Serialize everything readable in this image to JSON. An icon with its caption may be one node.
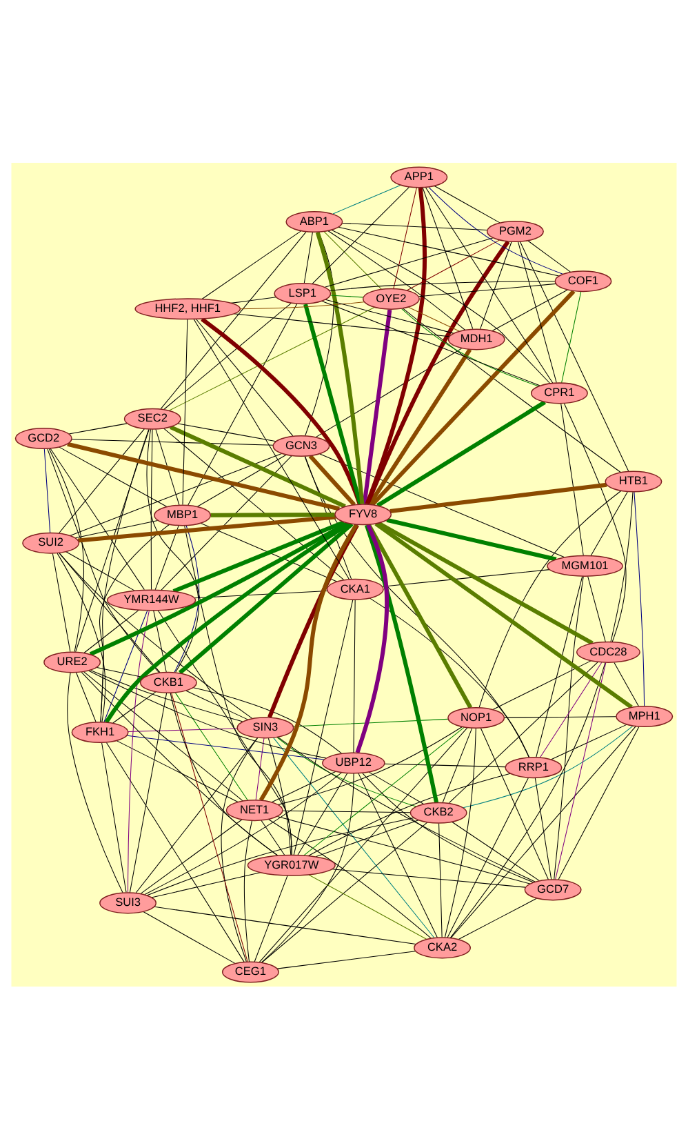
{
  "diagram": {
    "nodes": [
      {
        "text": [
          "SIN3"
        ]
      },
      {
        "text": [
          "NET1"
        ]
      },
      {
        "text": [
          "CEG1"
        ]
      },
      {
        "text": [
          "FKH1"
        ]
      },
      {
        "text": [
          "CKB2"
        ]
      },
      {
        "text": [
          "SUI3"
        ]
      },
      {
        "text": [
          "URE2"
        ]
      },
      {
        "text": [
          "NOP1"
        ]
      },
      {
        "text": [
          "UBP12"
        ]
      },
      {
        "text": [
          "CKA2"
        ]
      },
      {
        "text": [
          "CKB1"
        ]
      },
      {
        "text": [
          "SUI2"
        ]
      },
      {
        "text": [
          "MPH1"
        ]
      },
      {
        "text": [
          "GCD7"
        ]
      },
      {
        "text": [
          "YGR017W"
        ]
      },
      {
        "text": [
          "YMR144W"
        ]
      },
      {
        "text": [
          "CDC28"
        ]
      },
      {
        "text": [
          "GCD2"
        ]
      },
      {
        "text": [
          "MBP1"
        ]
      },
      {
        "text": [
          "RRP1"
        ]
      },
      {
        "text": [
          "CKA1"
        ]
      },
      {
        "text": [
          "HTB1"
        ]
      },
      {
        "text": [
          "MGM101"
        ]
      },
      {
        "text": [
          "GCN3"
        ]
      },
      {
        "text": [
          "SEC2"
        ]
      },
      {
        "text": [
          "FYV8"
        ]
      },
      {
        "text": [
          "HHF2, HHF1"
        ]
      },
      {
        "text": [
          "CPR1"
        ]
      },
      {
        "text": [
          "OYE2"
        ]
      },
      {
        "text": [
          "MDH1"
        ]
      },
      {
        "text": [
          "LSP1"
        ]
      },
      {
        "text": [
          "COF1"
        ]
      },
      {
        "text": [
          "ABP1"
        ]
      },
      {
        "text": [
          "PGM2"
        ]
      },
      {
        "text": [
          "APP1"
        ]
      }
    ],
    "edges": [
      {
        "from": 25,
        "to": 0,
        "arrow": "none",
        "style": "thick",
        "color": "#800000"
      },
      {
        "from": 25,
        "to": 8,
        "arrow": "none",
        "style": "thick",
        "color": "#800080"
      },
      {
        "from": 25,
        "to": 33,
        "arrow": "none",
        "style": "thick",
        "color": "#800000"
      },
      {
        "from": 25,
        "to": 34,
        "arrow": "none",
        "style": "thick",
        "color": "#800000"
      },
      {
        "from": 25,
        "to": 28,
        "arrow": "none",
        "style": "thick",
        "color": "#800080"
      },
      {
        "from": 25,
        "to": 27,
        "arrow": "none",
        "style": "thick",
        "color": "#008000"
      },
      {
        "from": 25,
        "to": 30,
        "arrow": "none",
        "style": "thick",
        "color": "#008000"
      },
      {
        "from": 25,
        "to": 32,
        "arrow": "none",
        "style": "thick",
        "color": "#5a7d00"
      },
      {
        "from": 25,
        "to": 29,
        "arrow": "none",
        "style": "thick",
        "color": "#8b4a00"
      },
      {
        "from": 25,
        "to": 31,
        "arrow": "none",
        "style": "thick",
        "color": "#8b4a00"
      },
      {
        "from": 25,
        "to": 21,
        "arrow": "none",
        "style": "thick",
        "color": "#8b4a00"
      },
      {
        "from": 25,
        "to": 16,
        "arrow": "none",
        "style": "thick",
        "color": "#5a7d00"
      },
      {
        "from": 25,
        "to": 12,
        "arrow": "none",
        "style": "thick",
        "color": "#5a7d00"
      },
      {
        "from": 25,
        "to": 7,
        "arrow": "none",
        "style": "thick",
        "color": "#5a7d00"
      },
      {
        "from": 25,
        "to": 1,
        "arrow": "none",
        "style": "thick",
        "color": "#8b4a00"
      },
      {
        "from": 25,
        "to": 4,
        "arrow": "none",
        "style": "thick",
        "color": "#008000"
      },
      {
        "from": 25,
        "to": 24,
        "arrow": "none",
        "style": "thick",
        "color": "#5a7d00"
      },
      {
        "from": 25,
        "to": 17,
        "arrow": "none",
        "style": "thick",
        "color": "#8b4a00"
      },
      {
        "from": 25,
        "to": 11,
        "arrow": "none",
        "style": "thick",
        "color": "#8b4a00"
      },
      {
        "from": 25,
        "to": 6,
        "arrow": "none",
        "style": "thick",
        "color": "#008000"
      },
      {
        "from": 25,
        "to": 3,
        "arrow": "none",
        "style": "thick",
        "color": "#008000"
      },
      {
        "from": 25,
        "to": 10,
        "arrow": "none",
        "style": "thick",
        "color": "#008000"
      },
      {
        "from": 25,
        "to": 18,
        "arrow": "none",
        "style": "thick",
        "color": "#5a7d00"
      },
      {
        "from": 25,
        "to": 26,
        "arrow": "none",
        "style": "thick",
        "color": "#800000"
      },
      {
        "from": 25,
        "to": 22,
        "arrow": "none",
        "style": "thick",
        "color": "#008000"
      },
      {
        "from": 25,
        "to": 23,
        "arrow": "none",
        "style": "thick",
        "color": "#8b4a00"
      },
      {
        "from": 25,
        "to": 15,
        "arrow": "none",
        "style": "thick",
        "color": "#008000"
      },
      {
        "from": 27,
        "to": 33,
        "arrow": "none"
      },
      {
        "from": 27,
        "to": 34,
        "arrow": "none"
      },
      {
        "from": 27,
        "to": 32,
        "arrow": "none"
      },
      {
        "from": 27,
        "to": 30,
        "arrow": "none"
      },
      {
        "from": 27,
        "to": 28,
        "arrow": "none",
        "color": "#008000"
      },
      {
        "from": 27,
        "to": 31,
        "arrow": "none",
        "color": "#008000"
      },
      {
        "from": 28,
        "to": 29,
        "arrow": "none",
        "color": "#8b4a00"
      },
      {
        "from": 28,
        "to": 31,
        "arrow": "none"
      },
      {
        "from": 28,
        "to": 34,
        "arrow": "none",
        "color": "#800000"
      },
      {
        "from": 28,
        "to": 33,
        "arrow": "none",
        "color": "#800000"
      },
      {
        "from": 28,
        "to": 32,
        "arrow": "none",
        "color": "#5a7d00"
      },
      {
        "from": 28,
        "to": 30,
        "arrow": "none",
        "color": "#008000"
      },
      {
        "from": 29,
        "to": 31,
        "arrow": "none"
      },
      {
        "from": 29,
        "to": 33,
        "arrow": "none"
      },
      {
        "from": 29,
        "to": 32,
        "arrow": "none"
      },
      {
        "from": 29,
        "to": 30,
        "arrow": "none"
      },
      {
        "from": 29,
        "to": 34,
        "arrow": "none"
      },
      {
        "from": 31,
        "to": 32,
        "arrow": "none"
      },
      {
        "from": 31,
        "to": 30,
        "arrow": "none"
      },
      {
        "from": 31,
        "to": 33,
        "arrow": "none"
      },
      {
        "from": 31,
        "to": 34,
        "arrow": "none",
        "color": "#000080"
      },
      {
        "from": 32,
        "to": 34,
        "arrow": "none",
        "color": "#008080"
      },
      {
        "from": 32,
        "to": 33,
        "arrow": "none"
      },
      {
        "from": 32,
        "to": 30,
        "arrow": "none"
      },
      {
        "from": 30,
        "to": 33,
        "arrow": "none"
      },
      {
        "from": 30,
        "to": 34,
        "arrow": "none"
      },
      {
        "from": 33,
        "to": 34,
        "arrow": "none"
      },
      {
        "from": 26,
        "to": 29,
        "arrow": "none"
      },
      {
        "from": 26,
        "to": 32,
        "arrow": "none"
      },
      {
        "from": 26,
        "to": 30,
        "arrow": "none"
      },
      {
        "from": 26,
        "to": 28,
        "arrow": "none",
        "color": "#8b4a00"
      },
      {
        "from": 24,
        "to": 30,
        "arrow": "none"
      },
      {
        "from": 24,
        "to": 32,
        "arrow": "none"
      },
      {
        "from": 24,
        "to": 28,
        "arrow": "none",
        "color": "#5a7d00"
      },
      {
        "from": 21,
        "to": 28,
        "arrow": "none"
      },
      {
        "from": 21,
        "to": 33,
        "arrow": "none"
      },
      {
        "from": 16,
        "to": 27,
        "arrow": "none"
      },
      {
        "from": 22,
        "to": 27,
        "arrow": "none"
      },
      {
        "from": 23,
        "to": 29,
        "arrow": "none"
      },
      {
        "from": 23,
        "to": 32,
        "arrow": "none"
      },
      {
        "from": 18,
        "to": 30,
        "arrow": "none"
      },
      {
        "from": 0,
        "to": 1,
        "arrow": "none",
        "color": "#800080"
      },
      {
        "from": 0,
        "to": 3,
        "arrow": "none",
        "color": "#800080"
      },
      {
        "from": 0,
        "to": 2,
        "arrow": "none"
      },
      {
        "from": 0,
        "to": 4,
        "arrow": "none",
        "color": "#008000"
      },
      {
        "from": 0,
        "to": 5,
        "arrow": "none"
      },
      {
        "from": 0,
        "to": 6,
        "arrow": "none"
      },
      {
        "from": 0,
        "to": 7,
        "arrow": "none",
        "color": "#008000"
      },
      {
        "from": 0,
        "to": 9,
        "arrow": "none",
        "color": "#008080"
      },
      {
        "from": 0,
        "to": 10,
        "arrow": "none"
      },
      {
        "from": 0,
        "to": 11,
        "arrow": "none"
      },
      {
        "from": 0,
        "to": 13,
        "arrow": "none"
      },
      {
        "from": 0,
        "to": 14,
        "arrow": "none"
      },
      {
        "from": 1,
        "to": 2,
        "arrow": "none"
      },
      {
        "from": 1,
        "to": 3,
        "arrow": "none"
      },
      {
        "from": 1,
        "to": 4,
        "arrow": "none"
      },
      {
        "from": 1,
        "to": 5,
        "arrow": "none"
      },
      {
        "from": 1,
        "to": 6,
        "arrow": "none"
      },
      {
        "from": 1,
        "to": 7,
        "arrow": "none"
      },
      {
        "from": 1,
        "to": 8,
        "arrow": "none"
      },
      {
        "from": 1,
        "to": 9,
        "arrow": "none"
      },
      {
        "from": 1,
        "to": 10,
        "arrow": "none",
        "color": "#008000"
      },
      {
        "from": 1,
        "to": 13,
        "arrow": "none"
      },
      {
        "from": 1,
        "to": 14,
        "arrow": "none"
      },
      {
        "from": 2,
        "to": 3,
        "arrow": "none"
      },
      {
        "from": 2,
        "to": 4,
        "arrow": "none"
      },
      {
        "from": 2,
        "to": 5,
        "arrow": "none"
      },
      {
        "from": 2,
        "to": 7,
        "arrow": "none"
      },
      {
        "from": 2,
        "to": 8,
        "arrow": "none"
      },
      {
        "from": 2,
        "to": 9,
        "arrow": "none"
      },
      {
        "from": 2,
        "to": 10,
        "arrow": "none",
        "color": "#800000"
      },
      {
        "from": 2,
        "to": 14,
        "arrow": "none"
      },
      {
        "from": 3,
        "to": 5,
        "arrow": "none"
      },
      {
        "from": 3,
        "to": 6,
        "arrow": "none"
      },
      {
        "from": 3,
        "to": 8,
        "arrow": "none",
        "color": "#000080"
      },
      {
        "from": 3,
        "to": 10,
        "arrow": "none"
      },
      {
        "from": 3,
        "to": 11,
        "arrow": "none"
      },
      {
        "from": 3,
        "to": 15,
        "arrow": "none",
        "color": "#000080"
      },
      {
        "from": 3,
        "to": 18,
        "arrow": "none"
      },
      {
        "from": 3,
        "to": 24,
        "arrow": "none"
      },
      {
        "from": 4,
        "to": 5,
        "arrow": "none"
      },
      {
        "from": 4,
        "to": 7,
        "arrow": "none"
      },
      {
        "from": 4,
        "to": 8,
        "arrow": "none"
      },
      {
        "from": 4,
        "to": 9,
        "arrow": "none"
      },
      {
        "from": 4,
        "to": 12,
        "arrow": "none",
        "color": "#008080"
      },
      {
        "from": 4,
        "to": 13,
        "arrow": "none"
      },
      {
        "from": 4,
        "to": 14,
        "arrow": "none"
      },
      {
        "from": 4,
        "to": 16,
        "arrow": "none"
      },
      {
        "from": 5,
        "to": 6,
        "arrow": "none"
      },
      {
        "from": 5,
        "to": 8,
        "arrow": "none"
      },
      {
        "from": 5,
        "to": 9,
        "arrow": "none"
      },
      {
        "from": 5,
        "to": 10,
        "arrow": "none"
      },
      {
        "from": 5,
        "to": 14,
        "arrow": "none"
      },
      {
        "from": 5,
        "to": 15,
        "arrow": "none",
        "color": "#800080"
      },
      {
        "from": 6,
        "to": 8,
        "arrow": "none"
      },
      {
        "from": 6,
        "to": 10,
        "arrow": "none"
      },
      {
        "from": 6,
        "to": 11,
        "arrow": "none"
      },
      {
        "from": 6,
        "to": 14,
        "arrow": "none"
      },
      {
        "from": 6,
        "to": 15,
        "arrow": "none"
      },
      {
        "from": 6,
        "to": 17,
        "arrow": "none"
      },
      {
        "from": 6,
        "to": 24,
        "arrow": "none"
      },
      {
        "from": 7,
        "to": 9,
        "arrow": "none"
      },
      {
        "from": 7,
        "to": 12,
        "arrow": "none"
      },
      {
        "from": 7,
        "to": 13,
        "arrow": "none"
      },
      {
        "from": 7,
        "to": 16,
        "arrow": "none"
      },
      {
        "from": 7,
        "to": 14,
        "arrow": "none",
        "color": "#008000"
      },
      {
        "from": 7,
        "to": 21,
        "arrow": "none"
      },
      {
        "from": 8,
        "to": 9,
        "arrow": "none"
      },
      {
        "from": 8,
        "to": 10,
        "arrow": "none"
      },
      {
        "from": 8,
        "to": 13,
        "arrow": "none"
      },
      {
        "from": 8,
        "to": 14,
        "arrow": "none"
      },
      {
        "from": 8,
        "to": 19,
        "arrow": "none"
      },
      {
        "from": 8,
        "to": 20,
        "arrow": "none"
      },
      {
        "from": 9,
        "to": 12,
        "arrow": "none"
      },
      {
        "from": 9,
        "to": 13,
        "arrow": "none"
      },
      {
        "from": 9,
        "to": 14,
        "arrow": "none",
        "color": "#5a7d00"
      },
      {
        "from": 9,
        "to": 16,
        "arrow": "none"
      },
      {
        "from": 9,
        "to": 19,
        "arrow": "none"
      },
      {
        "from": 10,
        "to": 11,
        "arrow": "none"
      },
      {
        "from": 10,
        "to": 14,
        "arrow": "none"
      },
      {
        "from": 10,
        "to": 15,
        "arrow": "none"
      },
      {
        "from": 10,
        "to": 17,
        "arrow": "none"
      },
      {
        "from": 10,
        "to": 18,
        "arrow": "none",
        "color": "#000080"
      },
      {
        "from": 10,
        "to": 24,
        "arrow": "none"
      },
      {
        "from": 11,
        "to": 15,
        "arrow": "none"
      },
      {
        "from": 11,
        "to": 17,
        "arrow": "none",
        "color": "#000080"
      },
      {
        "from": 11,
        "to": 18,
        "arrow": "none"
      },
      {
        "from": 11,
        "to": 24,
        "arrow": "none"
      },
      {
        "from": 11,
        "to": 23,
        "arrow": "none"
      },
      {
        "from": 12,
        "to": 13,
        "arrow": "none"
      },
      {
        "from": 12,
        "to": 16,
        "arrow": "none"
      },
      {
        "from": 12,
        "to": 21,
        "arrow": "none",
        "color": "#000080"
      },
      {
        "from": 12,
        "to": 19,
        "arrow": "none"
      },
      {
        "from": 13,
        "to": 14,
        "arrow": "none"
      },
      {
        "from": 13,
        "to": 16,
        "arrow": "none",
        "color": "#800080"
      },
      {
        "from": 13,
        "to": 19,
        "arrow": "none"
      },
      {
        "from": 13,
        "to": 22,
        "arrow": "none"
      },
      {
        "from": 14,
        "to": 15,
        "arrow": "none"
      },
      {
        "from": 14,
        "to": 19,
        "arrow": "none"
      },
      {
        "from": 14,
        "to": 20,
        "arrow": "none"
      },
      {
        "from": 14,
        "to": 18,
        "arrow": "none"
      },
      {
        "from": 15,
        "to": 17,
        "arrow": "none"
      },
      {
        "from": 15,
        "to": 18,
        "arrow": "none"
      },
      {
        "from": 15,
        "to": 20,
        "arrow": "none"
      },
      {
        "from": 15,
        "to": 23,
        "arrow": "none"
      },
      {
        "from": 15,
        "to": 24,
        "arrow": "none"
      },
      {
        "from": 16,
        "to": 21,
        "arrow": "none"
      },
      {
        "from": 16,
        "to": 19,
        "arrow": "none",
        "color": "#800080"
      },
      {
        "from": 16,
        "to": 22,
        "arrow": "none"
      },
      {
        "from": 17,
        "to": 18,
        "arrow": "none"
      },
      {
        "from": 17,
        "to": 24,
        "arrow": "none"
      },
      {
        "from": 17,
        "to": 23,
        "arrow": "none"
      },
      {
        "from": 18,
        "to": 20,
        "arrow": "none"
      },
      {
        "from": 18,
        "to": 23,
        "arrow": "none"
      },
      {
        "from": 18,
        "to": 24,
        "arrow": "none"
      },
      {
        "from": 19,
        "to": 20,
        "arrow": "none"
      },
      {
        "from": 19,
        "to": 22,
        "arrow": "none"
      },
      {
        "from": 19,
        "to": 23,
        "arrow": "none"
      },
      {
        "from": 20,
        "to": 22,
        "arrow": "none"
      },
      {
        "from": 20,
        "to": 23,
        "arrow": "none"
      },
      {
        "from": 20,
        "to": 24,
        "arrow": "none"
      },
      {
        "from": 21,
        "to": 22,
        "arrow": "none"
      },
      {
        "from": 22,
        "to": 23,
        "arrow": "none"
      },
      {
        "from": 23,
        "to": 24,
        "arrow": "none"
      },
      {
        "from": 26,
        "to": 20,
        "arrow": "none"
      },
      {
        "from": 26,
        "to": 23,
        "arrow": "none"
      },
      {
        "from": 26,
        "to": 18,
        "arrow": "none"
      }
    ]
  }
}
